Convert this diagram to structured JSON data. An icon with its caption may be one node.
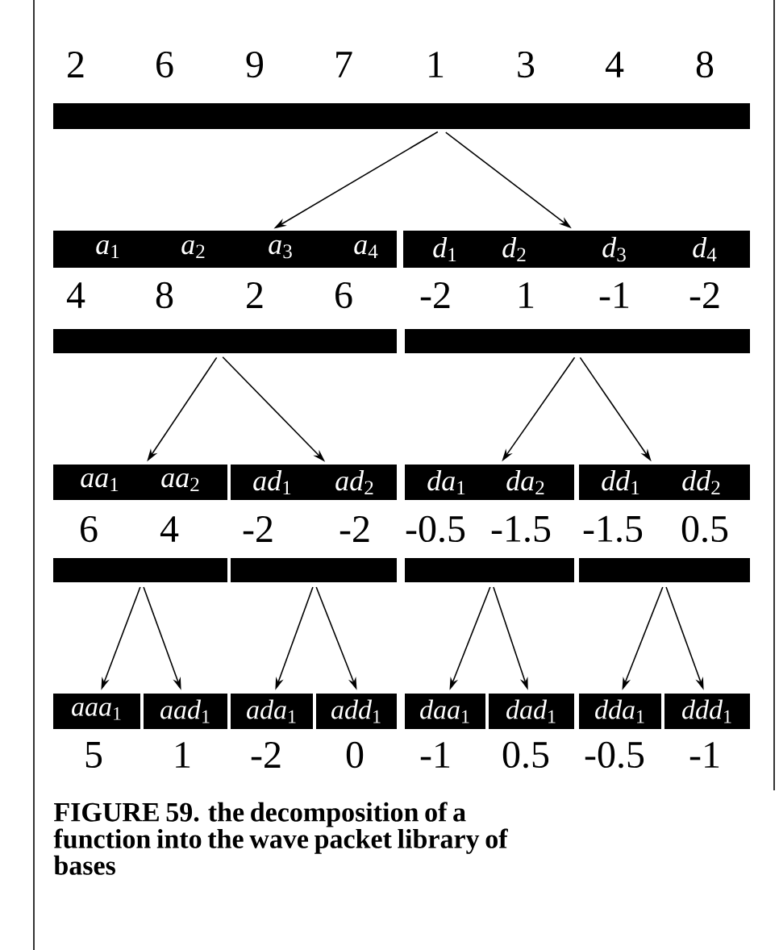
{
  "diagram": {
    "caption": "FIGURE 59.   the decomposition of a function into the wave packet library of bases",
    "nodes": [
      {
        "text": [],
        "shape": "bar"
      },
      {
        "text": [],
        "shape": "bar"
      },
      {
        "text": [
          "*a*$_{1}$"
        ],
        "in": 1
      },
      {
        "text": [
          "*a*$_{2}$"
        ],
        "in": 1
      },
      {
        "text": [
          "*a*$_{3}$"
        ],
        "in": 1
      },
      {
        "text": [
          "*a*$_{4}$"
        ],
        "in": 1
      },
      {
        "text": [],
        "shape": "bar"
      },
      {
        "text": [
          "*d*$_{1}$"
        ],
        "in": 6
      },
      {
        "text": [
          "*d*$_{2}$"
        ],
        "in": 6
      },
      {
        "text": [
          "*d*$_{3}$"
        ],
        "in": 6
      },
      {
        "text": [
          "*d*$_{4}$"
        ],
        "in": 6
      },
      {
        "text": [],
        "shape": "bar"
      },
      {
        "text": [],
        "shape": "bar"
      },
      {
        "text": [],
        "shape": "bar"
      },
      {
        "text": [
          "*aa*$_{1}$"
        ],
        "in": 13
      },
      {
        "text": [
          "*aa*$_{2}$"
        ],
        "in": 13
      },
      {
        "text": [],
        "shape": "bar"
      },
      {
        "text": [
          "*ad*$_{1}$"
        ],
        "in": 16
      },
      {
        "text": [
          "*ad*$_{2}$"
        ],
        "in": 16
      },
      {
        "text": [],
        "shape": "bar"
      },
      {
        "text": [
          "*da*$_{1}$"
        ],
        "in": 19
      },
      {
        "text": [
          "*da*$_{2}$"
        ],
        "in": 19
      },
      {
        "text": [],
        "shape": "bar"
      },
      {
        "text": [
          "*dd*$_{1}$"
        ],
        "in": 22
      },
      {
        "text": [
          "*dd*$_{2}$"
        ],
        "in": 22
      },
      {
        "text": [],
        "shape": "bar"
      },
      {
        "text": [],
        "shape": "bar"
      },
      {
        "text": [],
        "shape": "bar"
      },
      {
        "text": [],
        "shape": "bar"
      },
      {
        "text": [
          "*aaa*$_{1}$"
        ]
      },
      {
        "text": [
          "*aad*$_{1}$"
        ]
      },
      {
        "text": [
          "*ada*$_{1}$"
        ]
      },
      {
        "text": [
          "*add*$_{1}$"
        ]
      },
      {
        "text": [
          "*daa*$_{1}$"
        ]
      },
      {
        "text": [
          "*dad*$_{1}$"
        ]
      },
      {
        "text": [
          "*dda*$_{1}$"
        ]
      },
      {
        "text": [
          "*ddd*$_{1}$"
        ]
      }
    ],
    "edges": [
      {
        "from": 0,
        "to": 1,
        "arrow": "to"
      },
      {
        "from": 0,
        "to": 6,
        "arrow": "to"
      },
      {
        "from": 11,
        "to": 13,
        "arrow": "to"
      },
      {
        "from": 11,
        "to": 16,
        "arrow": "to"
      },
      {
        "from": 12,
        "to": 19,
        "arrow": "to"
      },
      {
        "from": 12,
        "to": 22,
        "arrow": "to"
      },
      {
        "from": 25,
        "to": 29,
        "arrow": "to"
      },
      {
        "from": 25,
        "to": 30,
        "arrow": "to"
      },
      {
        "from": 26,
        "to": 31,
        "arrow": "to"
      },
      {
        "from": 26,
        "to": 32,
        "arrow": "to"
      },
      {
        "from": 27,
        "to": 33,
        "arrow": "to"
      },
      {
        "from": 27,
        "to": 34,
        "arrow": "to"
      },
      {
        "from": 28,
        "to": 35,
        "arrow": "to"
      },
      {
        "from": 28,
        "to": 36,
        "arrow": "to"
      }
    ],
    "labels": [
      "2",
      "6",
      "9",
      "7",
      "1",
      "3",
      "4",
      "8",
      "4",
      "8",
      "2",
      "6",
      "-2",
      "1",
      "-1",
      "-2",
      "6",
      "4",
      "-2",
      "-2",
      "-0.5",
      "-1.5",
      "-1.5",
      "0.5",
      "5",
      "1",
      "-2",
      "0",
      "-1",
      "0.5",
      "-0.5",
      "-1"
    ]
  }
}
